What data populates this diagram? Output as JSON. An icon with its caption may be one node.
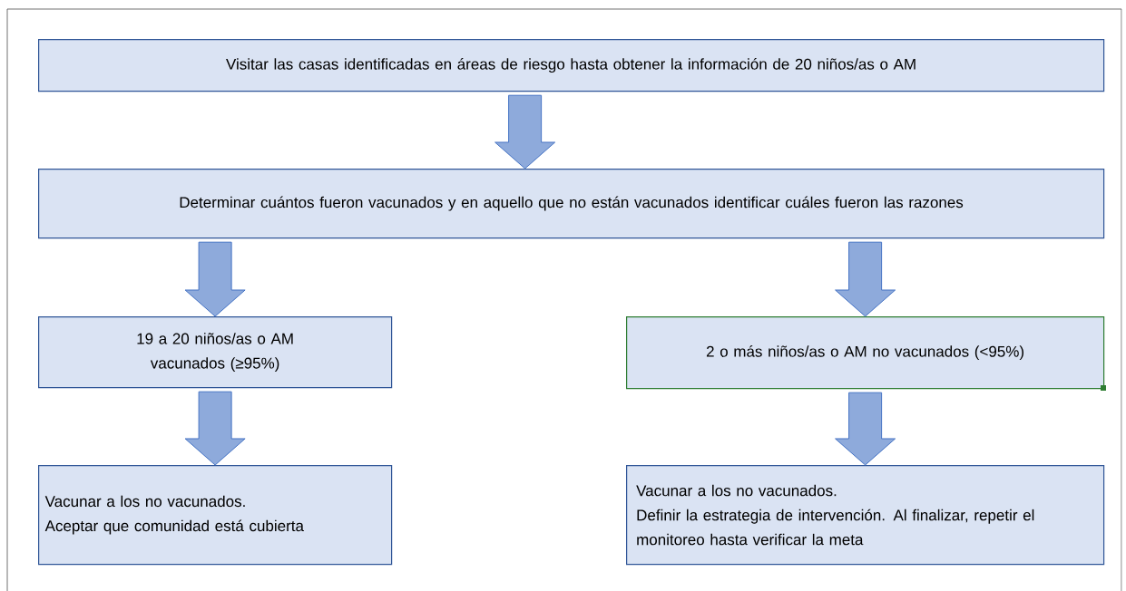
{
  "diagram": {
    "nodes": [
      {
        "text": [
          "Visitar las casas identificadas en áreas de riesgo hasta obtener la información de 20 niños/as o AM"
        ]
      },
      {
        "text": [
          "Determinar cuántos fueron vacunados y en aquello que no están vacunados identificar cuáles fueron las razones"
        ]
      },
      {
        "text": [
          "19 a 20 niños/as o AM vacunados (≥95%)"
        ]
      },
      {
        "text": [
          "2 o más niños/as o AM no vacunados (<95%)"
        ]
      },
      {
        "text": [
          "Vacunar a los no vacunados.",
          "Aceptar que comunidad está cubierta"
        ]
      },
      {
        "text": [
          "Vacunar a los no vacunados.",
          "Definir la estrategia de intervención. Al finalizar, repetir el monitoreo hasta verificar la meta"
        ]
      }
    ],
    "edges": [
      {
        "from": 0,
        "to": 1,
        "arrow": "to"
      },
      {
        "from": 1,
        "to": 2,
        "arrow": "to"
      },
      {
        "from": 1,
        "to": 3,
        "arrow": "to"
      },
      {
        "from": 2,
        "to": 4,
        "arrow": "to"
      },
      {
        "from": 3,
        "to": 5,
        "arrow": "to"
      }
    ]
  }
}
